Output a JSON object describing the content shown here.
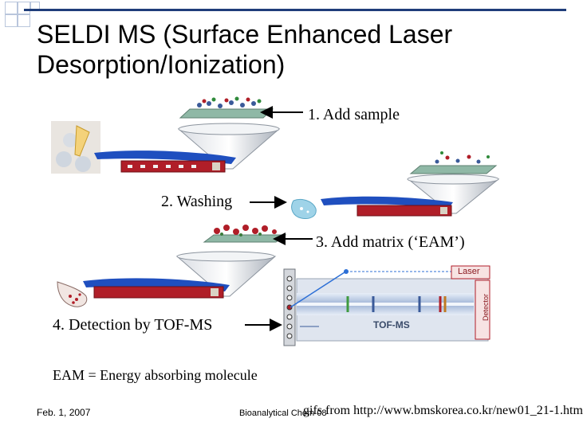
{
  "slide": {
    "title_line1": "SELDI MS (Surface Enhanced Laser",
    "title_line2": "Desorption/Ionization)"
  },
  "steps": [
    {
      "label": "1. Add sample"
    },
    {
      "label": "2. Washing"
    },
    {
      "label": "3. Add matrix (‘EAM’)"
    },
    {
      "label": "4. Detection by TOF-MS"
    }
  ],
  "tof": {
    "laser_label": "Laser",
    "detector_label": "Detector",
    "tof_label": "TOF-MS"
  },
  "note": "EAM = Energy absorbing molecule",
  "footer": {
    "date": "Feb. 1, 2007",
    "course": "Bioanalytical Chem 08",
    "source": "gifs from http://www.bmskorea.co.kr/new01_21-1.htm"
  },
  "colors": {
    "accent": "#1f3d7a",
    "chip_blue": "#1f4fbf",
    "chip_red": "#b01e28",
    "plate_green": "#8fb8a6"
  }
}
